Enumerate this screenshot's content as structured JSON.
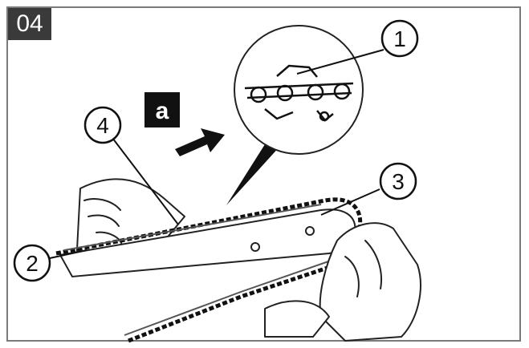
{
  "step": {
    "number": "04"
  },
  "marker": {
    "letter": "a"
  },
  "callouts": [
    {
      "label": "1"
    },
    {
      "label": "2"
    },
    {
      "label": "3"
    },
    {
      "label": "4"
    }
  ],
  "colors": {
    "ink": "#111111",
    "badge": "#3a3a3a",
    "frame": "#7a7a7a",
    "paper": "#ffffff"
  },
  "icons": {
    "arrow": "arrow-right-icon"
  }
}
